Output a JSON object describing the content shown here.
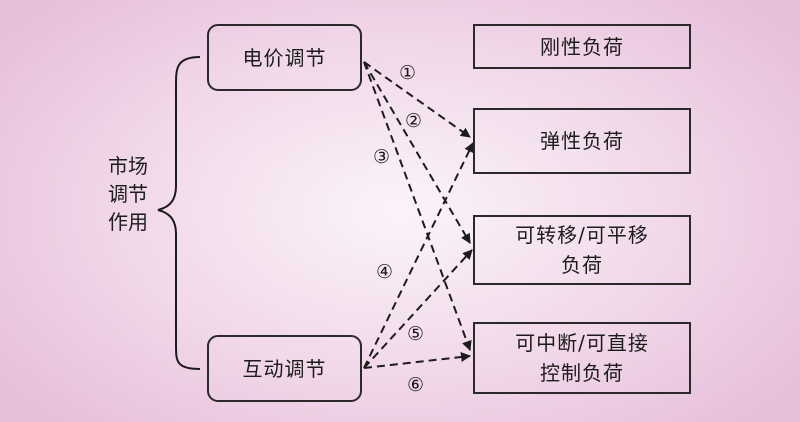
{
  "sources": {
    "price": "电价调节",
    "interaction": "互动调节"
  },
  "market_label": "市场\n调节\n作用",
  "loads": {
    "rigid": "刚性负荷",
    "elastic": "弹性负荷",
    "shiftable": "可转移/可平移\n负荷",
    "interruptible": "可中断/可直接\n控制负荷"
  },
  "arrow_labels": [
    "①",
    "②",
    "③",
    "④",
    "⑤",
    "⑥"
  ],
  "colors": {
    "background_center": "#fbf4f9",
    "background_edge": "#e7bfdb",
    "line": "#1c1c1c"
  }
}
